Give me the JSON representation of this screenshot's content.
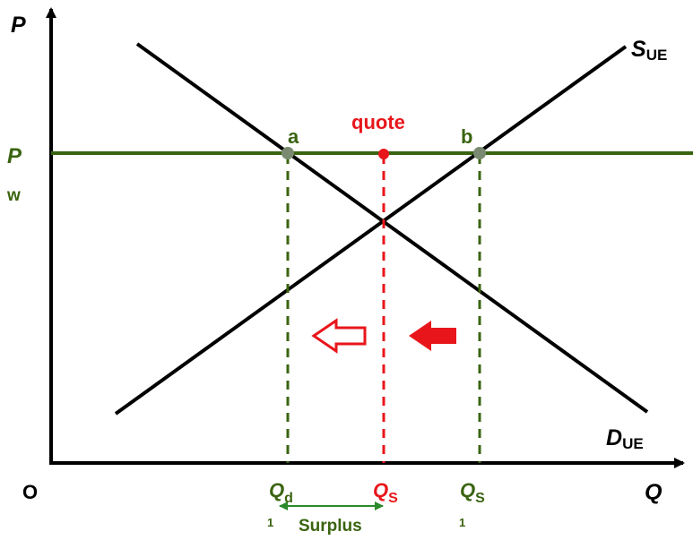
{
  "axes": {
    "y_label": "P",
    "x_label": "Q",
    "origin_label": "O"
  },
  "world_price": {
    "main": "P",
    "sub": "w"
  },
  "curves": {
    "supply": {
      "main": "S",
      "sub": "UE"
    },
    "demand": {
      "main": "D",
      "sub": "UE"
    }
  },
  "points": {
    "a": "a",
    "b": "b",
    "quote": "quote"
  },
  "quantities": {
    "qd1": {
      "main": "Q",
      "sub": "d",
      "sub2": "1"
    },
    "qs": {
      "main": "Q",
      "sub": "S"
    },
    "qs1": {
      "main": "Q",
      "sub": "S",
      "sub2": "1"
    }
  },
  "surplus_label": "Surplus",
  "colors": {
    "axis": "#000000",
    "curve": "#000000",
    "world_price": "#3a6410",
    "green_label": "#3a6410",
    "red": "#e8161b",
    "dot_gray": "#7a8a70",
    "surplus_arrow": "#2a8a2a"
  }
}
